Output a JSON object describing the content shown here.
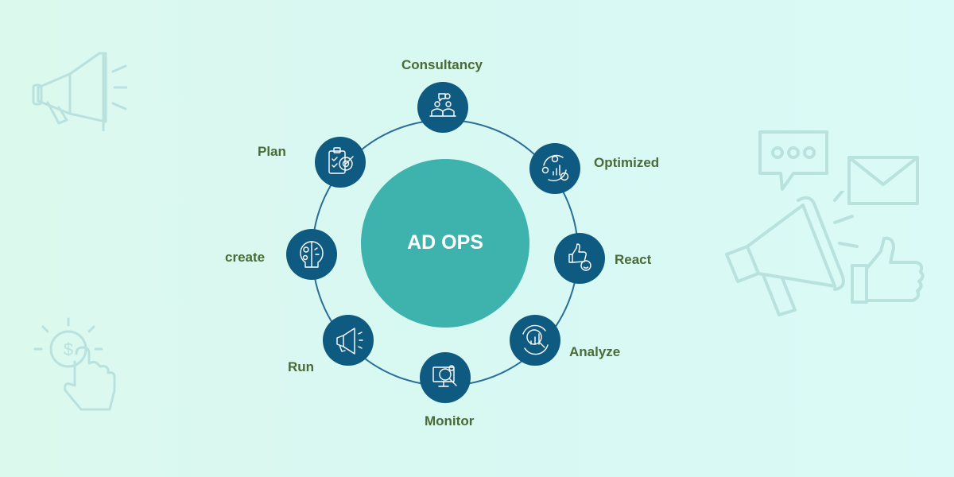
{
  "center": {
    "title": "AD OPS"
  },
  "nodes": [
    {
      "label": "Consultancy",
      "icon": "consultancy-icon"
    },
    {
      "label": "Optimized",
      "icon": "optimized-icon"
    },
    {
      "label": "React",
      "icon": "react-icon"
    },
    {
      "label": "Analyze",
      "icon": "analyze-icon"
    },
    {
      "label": "Monitor",
      "icon": "monitor-icon"
    },
    {
      "label": "Run",
      "icon": "run-icon"
    },
    {
      "label": "create",
      "icon": "create-icon"
    },
    {
      "label": "Plan",
      "icon": "plan-icon"
    }
  ],
  "colors": {
    "node_fill": "#0f5a80",
    "center_fill": "#3eb2ad",
    "ring_stroke": "#2a6d99",
    "label_text": "#4a6b36",
    "deco_stroke": "#b9e2df"
  },
  "decorations": [
    {
      "icon": "megaphone-icon"
    },
    {
      "icon": "dollar-hand-icon"
    },
    {
      "icon": "chat-bubble-icon"
    },
    {
      "icon": "envelope-icon"
    },
    {
      "icon": "large-megaphone-icon"
    },
    {
      "icon": "thumbs-up-icon"
    }
  ]
}
